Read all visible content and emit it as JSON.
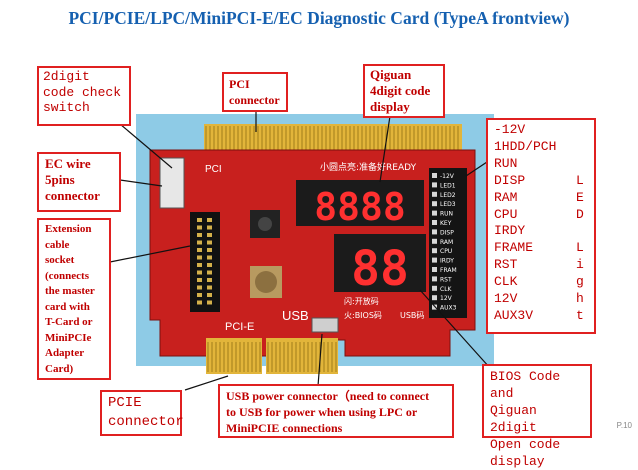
{
  "title": "PCI/PCIE/LPC/MiniPCI-E/EC Diagnostic Card (TypeA frontview)",
  "labels": {
    "code_switch": [
      "2digit",
      "code check",
      "switch"
    ],
    "pci_connector": [
      "PCI",
      "connector"
    ],
    "qiguan_display": [
      "Qiguan",
      "4digit code",
      "display"
    ],
    "ec_wire": [
      "EC wire",
      "5pins",
      "connector"
    ],
    "extension": [
      "Extension",
      "cable",
      "socket",
      "(connects",
      "the master",
      "card with",
      "T-Card or",
      "MiniPCIe",
      "Adapter",
      "Card)"
    ],
    "pcie_connector": [
      "PCIE",
      "connector"
    ],
    "usb_power": [
      "USB power connector（need to connect",
      "to USB for power when using LPC or",
      "MiniPCIE connections"
    ],
    "bios_code": [
      "BIOS Code and",
      "Qiguan 2digit",
      "Open code",
      "display"
    ]
  },
  "led_list": [
    {
      "name": "-12V",
      "led": ""
    },
    {
      "name": "1HDD/PCH",
      "led": ""
    },
    {
      "name": "RUN",
      "led": ""
    },
    {
      "name": "DISP",
      "led": "L"
    },
    {
      "name": "RAM",
      "led": "E"
    },
    {
      "name": "CPU",
      "led": "D"
    },
    {
      "name": "IRDY",
      "led": ""
    },
    {
      "name": "FRAME",
      "led": "L"
    },
    {
      "name": "RST",
      "led": "i"
    },
    {
      "name": "CLK",
      "led": "g"
    },
    {
      "name": "12V",
      "led": "h"
    },
    {
      "name": "AUX3V",
      "led": "t"
    }
  ],
  "board": {
    "ready_text": "小圆点亮:准备好READY",
    "big_digits": "8888",
    "small_digits": "88",
    "pcie_silk": "PCI-E",
    "usb_silk": "USB",
    "pci_silk": "PCI",
    "open_text": "闪:开放码",
    "bios_text": "火:BIOS码",
    "usb_code_text": "USB码",
    "led_labels": [
      "-12V",
      "LED1",
      "LED2",
      "LED3",
      "RUN",
      "KEY",
      "DISP",
      "RAM",
      "CPU",
      "IRDY",
      "FRAM",
      "RST",
      "CLK",
      "12V",
      "AUX3"
    ]
  },
  "page_number": "P.10",
  "colors": {
    "title": "#1560b0",
    "box_border": "#e02020",
    "box_text": "#c00000",
    "board": "#c8201e",
    "sky": "#8ecbe6",
    "gold": "#e2b53a"
  }
}
